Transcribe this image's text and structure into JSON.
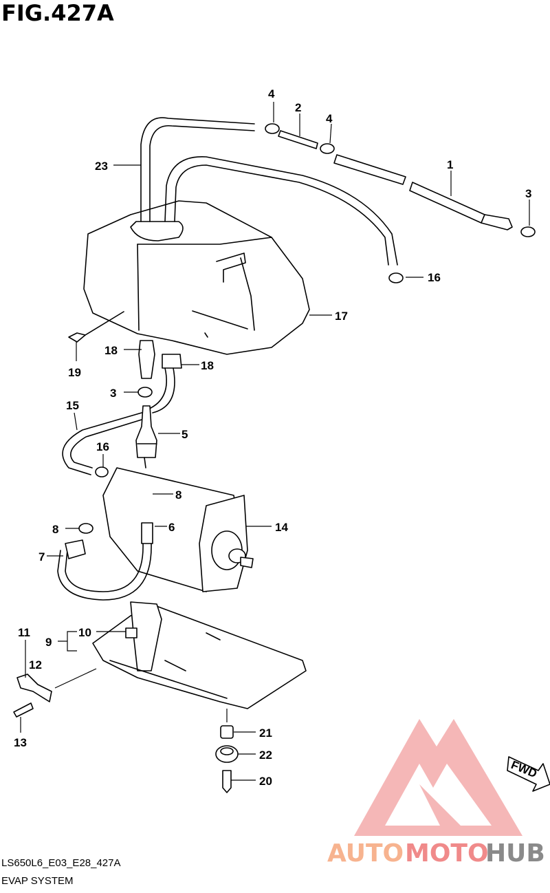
{
  "figure": {
    "title": "FIG.427A",
    "code": "LS650L6_E03_E28_427A",
    "name": "EVAP SYSTEM"
  },
  "callouts": [
    "1",
    "2",
    "3",
    "4",
    "4",
    "23",
    "16",
    "17",
    "18",
    "18",
    "19",
    "3",
    "15",
    "5",
    "16",
    "8",
    "8",
    "6",
    "14",
    "7",
    "11",
    "9",
    "10",
    "12",
    "13",
    "21",
    "22",
    "20"
  ],
  "fwd_label": "FWD",
  "watermark": {
    "part1": "AUTO",
    "part2": "MOTO",
    "part3": "HUB"
  },
  "colors": {
    "watermark_orange": "#f7b38f",
    "watermark_red": "#f08a8a",
    "watermark_gray": "#8a8a8a"
  }
}
